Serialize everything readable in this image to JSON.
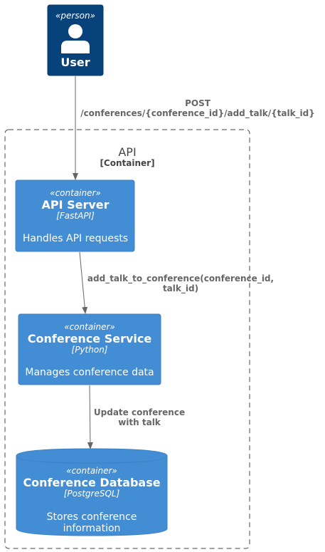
{
  "person": {
    "stereotype": "«person»",
    "name": "User"
  },
  "boundary": {
    "name": "API",
    "type": "[Container]"
  },
  "api_server": {
    "stereotype": "«container»",
    "name": "API Server",
    "technology": "[FastAPI]",
    "description": "Handles API requests"
  },
  "conference_service": {
    "stereotype": "«container»",
    "name": "Conference Service",
    "technology": "[Python]",
    "description": "Manages conference data"
  },
  "conference_database": {
    "stereotype": "«container»",
    "name": "Conference Database",
    "technology": "[PostgreSQL]",
    "description_line1": "Stores conference",
    "description_line2": "information"
  },
  "edges": {
    "user_to_api": {
      "line1": "POST",
      "line2": "/conferences/{conference_id}/add_talk/{talk_id}"
    },
    "api_to_service": {
      "line1": "add_talk_to_conference(conference_id,",
      "line2": "talk_id)"
    },
    "service_to_db": {
      "line1": "Update conference",
      "line2": "with talk"
    }
  },
  "colors": {
    "person_fill": "#08427B",
    "container_fill": "#438DD5",
    "edge": "#666666",
    "boundary_stroke": "#444444"
  }
}
